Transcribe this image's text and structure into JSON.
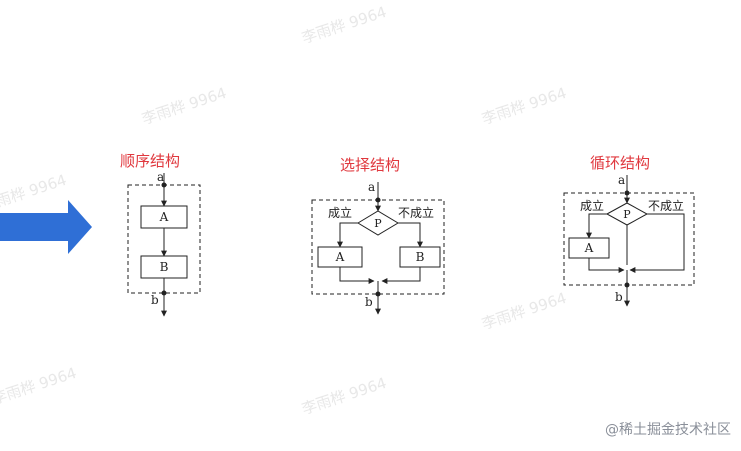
{
  "arrow": {
    "color": "#2f6fd6"
  },
  "sequence": {
    "title": "顺序结构",
    "in_label": "a",
    "out_label": "b",
    "block_a": "A",
    "block_b": "B"
  },
  "selection": {
    "title": "选择结构",
    "in_label": "a",
    "out_label": "b",
    "condition": "P",
    "true_label": "成立",
    "false_label": "不成立",
    "block_a": "A",
    "block_b": "B"
  },
  "loop": {
    "title": "循环结构",
    "in_label": "a",
    "out_label": "b",
    "condition": "P",
    "true_label": "成立",
    "false_label": "不成立",
    "block_a": "A"
  },
  "colors": {
    "title": "#e0383e",
    "line": "#222222",
    "watermark": "#e8e8e8",
    "footer": "#8a8f99"
  },
  "watermarks": [
    "李雨桦 9964",
    "李雨桦 9964",
    "李雨桦 9964",
    "李雨桦 9964",
    "李雨桦 9964",
    "李雨桦 9964",
    "李雨桦 9964"
  ],
  "footer": "@稀土掘金技术社区"
}
